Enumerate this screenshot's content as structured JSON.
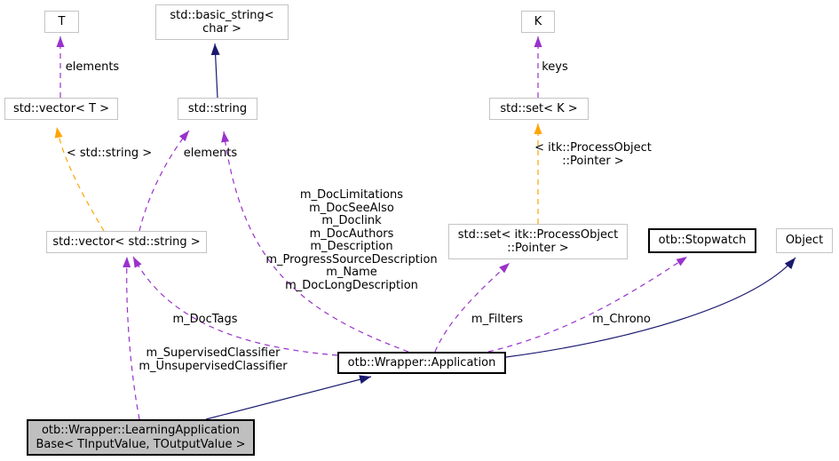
{
  "diagram": {
    "colors": {
      "usage_edge": "#9932cc",
      "template_edge": "#ffa500",
      "inheritance_edge": "#191970",
      "node_border": "#c4c4c4",
      "bold_node_border": "#000000",
      "current_node_fill": "#bfbfbf",
      "node_fill": "#ffffff",
      "background": "#ffffff",
      "text": "#000000"
    },
    "nodes": [
      {
        "id": "t",
        "label": "T"
      },
      {
        "id": "basic-string",
        "label": "std::basic_string<\nchar >"
      },
      {
        "id": "k",
        "label": "K"
      },
      {
        "id": "vector-t",
        "label": "std::vector< T >"
      },
      {
        "id": "string",
        "label": "std::string"
      },
      {
        "id": "set-k",
        "label": "std::set< K >"
      },
      {
        "id": "vector-string",
        "label": "std::vector< std::string >"
      },
      {
        "id": "set-processobject-pointer",
        "label": "std::set< itk::ProcessObject\n::Pointer >"
      },
      {
        "id": "stopwatch",
        "label": "otb::Stopwatch"
      },
      {
        "id": "object",
        "label": "Object"
      },
      {
        "id": "application",
        "label": "otb::Wrapper::Application"
      },
      {
        "id": "learning-application-base",
        "label": "otb::Wrapper::LearningApplication\nBase< TInputValue, TOutputValue >"
      }
    ],
    "edge_labels": [
      {
        "id": "elements-vector-t",
        "text": "elements"
      },
      {
        "id": "keys",
        "text": "keys"
      },
      {
        "id": "template-string",
        "text": "< std::string >"
      },
      {
        "id": "elements-string",
        "text": "elements"
      },
      {
        "id": "template-pointer",
        "text": "< itk::ProcessObject\n::Pointer >"
      },
      {
        "id": "doc-members",
        "text": "m_DocLimitations\nm_DocSeeAlso\nm_Doclink\nm_DocAuthors\nm_Description\nm_ProgressSourceDescription\nm_Name\nm_DocLongDescription"
      },
      {
        "id": "doc-tags",
        "text": "m_DocTags"
      },
      {
        "id": "classifiers",
        "text": "m_SupervisedClassifier\nm_UnsupervisedClassifier"
      },
      {
        "id": "filters",
        "text": "m_Filters"
      },
      {
        "id": "chrono",
        "text": "m_Chrono"
      }
    ]
  }
}
